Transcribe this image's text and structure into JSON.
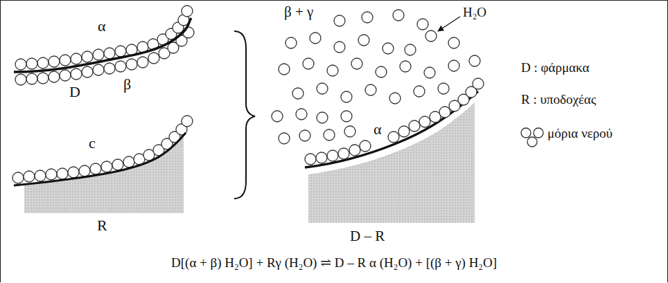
{
  "diagram": {
    "labels": [
      "α",
      "β",
      "D",
      "c",
      "R",
      "β + γ",
      "H₂O",
      "α",
      "D – R",
      "D[(α + β) H₂O] + Rγ (H₂O) ⇌ D – R α (H₂O) + [(β + γ) H₂O]"
    ],
    "legend": [
      {
        "text": "D : φάρμακα"
      },
      {
        "text": "R : υποδοχέας"
      },
      {
        "text": "μόρια νερού"
      }
    ]
  }
}
